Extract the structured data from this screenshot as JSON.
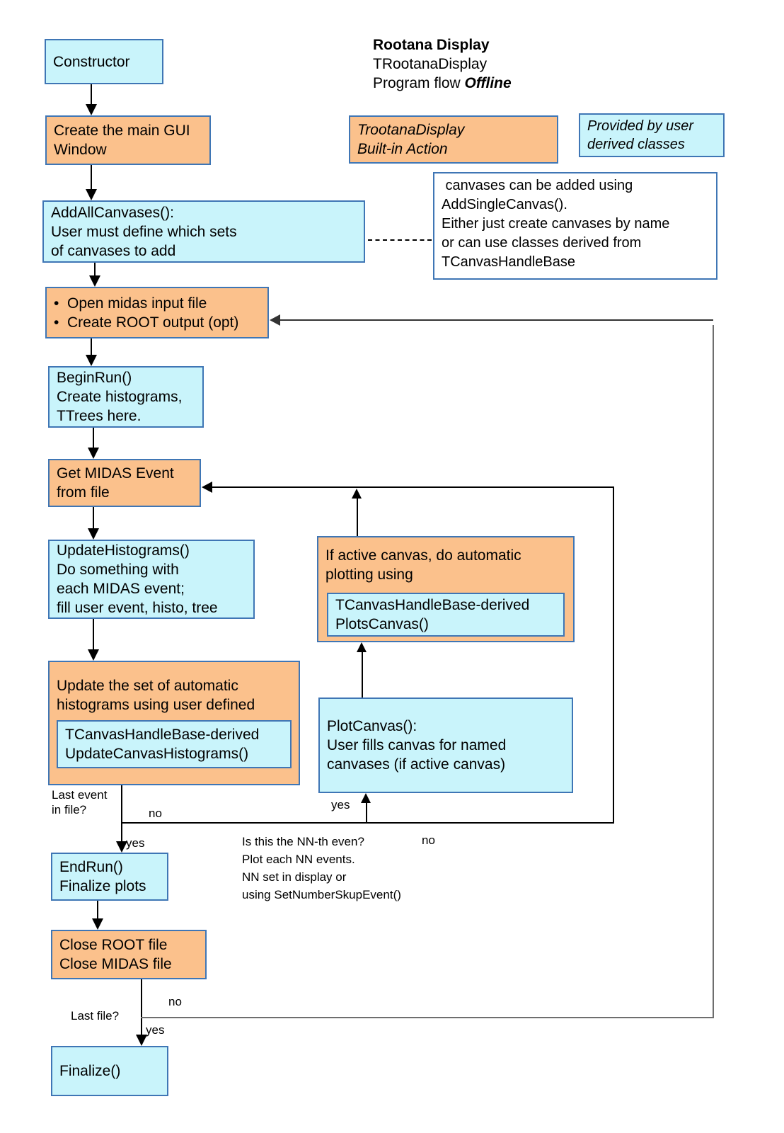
{
  "colors": {
    "cyan": "#c9f4fb",
    "orange": "#fbc18c",
    "border": "#3f76b5",
    "line": "#000000",
    "loop": "#6e6e6e"
  },
  "title": {
    "heading": "Rootana Display",
    "subheading": "TRootanaDisplay",
    "flow_prefix": "Program flow ",
    "flow_mode": "Offline"
  },
  "legend": {
    "builtin": "TrootanaDisplay\nBuilt-in Action",
    "user_provided": "Provided by user\nderived classes"
  },
  "nodes": {
    "constructor": "Constructor",
    "create_gui": "Create the main GUI\nWindow",
    "add_all_canvases": "AddAllCanvases():\nUser must define which sets\nof canvases to add",
    "canvas_note": " canvases can be added using\nAddSingleCanvas().\nEither just create canvases by name\nor can use classes derived from\nTCanvasHandleBase",
    "open_midas": "•  Open midas input file\n•  Create ROOT output (opt)",
    "begin_run": "BeginRun()\nCreate histograms,\nTTrees here.",
    "get_event": "Get MIDAS Event\nfrom file",
    "update_histograms": "UpdateHistograms()\nDo something with\neach MIDAS event;\nfill user event, histo, tree",
    "update_set": "Update the set of automatic\nhistograms using user defined",
    "update_set_inner": "TCanvasHandleBase-derived\nUpdateCanvasHistograms()",
    "if_active": "If active canvas, do automatic\nplotting using",
    "if_active_inner": "TCanvasHandleBase-derived\nPlotsCanvas()",
    "plot_canvas": "PlotCanvas():\nUser fills canvas for named\ncanvases (if active canvas)",
    "end_run": "EndRun()\nFinalize plots",
    "close_files": "Close ROOT file\nClose MIDAS file",
    "finalize": "Finalize()"
  },
  "labels": {
    "last_event_q": "Last event\nin file?",
    "last_event_no": "no",
    "last_event_yes": "yes",
    "nn_note": "Is this the NN-th even?\nPlot each NN events.\nNN set in display or\nusing SetNumberSkupEvent()",
    "plot_yes": "yes",
    "plot_no": "no",
    "last_file_q": "Last file?",
    "last_file_no": "no",
    "last_file_yes": "yes"
  }
}
